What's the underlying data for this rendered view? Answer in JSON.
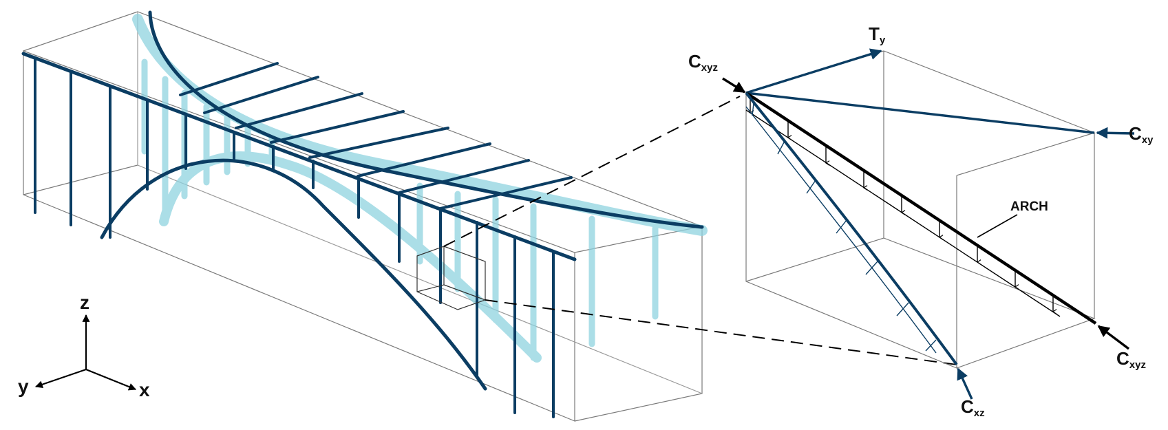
{
  "colors": {
    "structure": "#0b3d63",
    "shadow": "#8fd3e0",
    "frame": "#6b6b6b",
    "arch": "#000000"
  },
  "axes": {
    "z": "z",
    "y": "y",
    "x": "x"
  },
  "forces": {
    "c_xyz_top": {
      "main": "C",
      "sub": "xyz"
    },
    "t_y": {
      "main": "T",
      "sub": "y"
    },
    "c_xy": {
      "main": "C",
      "sub": "xy"
    },
    "c_xyz_bottom": {
      "main": "C",
      "sub": "xyz"
    },
    "c_xz": {
      "main": "C",
      "sub": "xz"
    }
  },
  "labels": {
    "arch": "ARCH"
  }
}
